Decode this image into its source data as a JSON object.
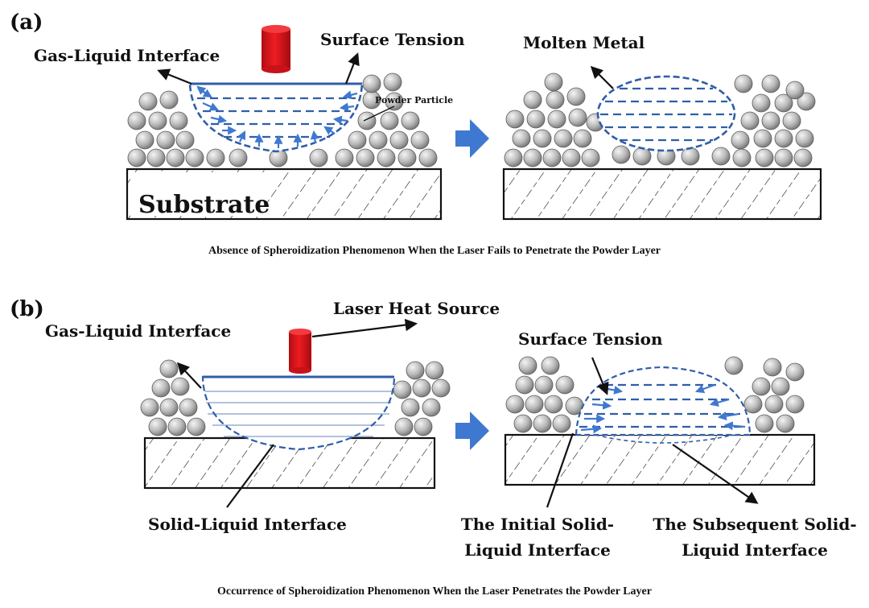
{
  "panels": {
    "a": {
      "letter": "(a)",
      "caption": "Absence of Spheroidization Phenomenon When the Laser Fails to Penetrate the Powder Layer",
      "labels": {
        "gas_liquid": "Gas-Liquid Interface",
        "surface_tension": "Surface Tension",
        "powder_particle": "Powder Particle",
        "substrate": "Substrate",
        "molten_metal": "Molten Metal"
      }
    },
    "b": {
      "letter": "(b)",
      "caption": "Occurrence of Spheroidization Phenomenon When the Laser Penetrates the Powder Layer",
      "labels": {
        "laser_heat_source": "Laser Heat Source",
        "gas_liquid": "Gas-Liquid Interface",
        "solid_liquid": "Solid-Liquid Interface",
        "surface_tension": "Surface Tension",
        "initial_sl_line1": "The Initial Solid-",
        "initial_sl_line2": "Liquid Interface",
        "subsequent_sl_line1": "The Subsequent Solid-",
        "subsequent_sl_line2": "Liquid Interface"
      }
    }
  },
  "colors": {
    "laser": "#e8141b",
    "melt_line": "#2f5ea8",
    "flow_arrow": "#3f78d0",
    "process_arrow": "#3f78d0",
    "particle_light": "#f2f2f2",
    "particle_dark": "#7a7a7a",
    "outline": "#111111"
  }
}
